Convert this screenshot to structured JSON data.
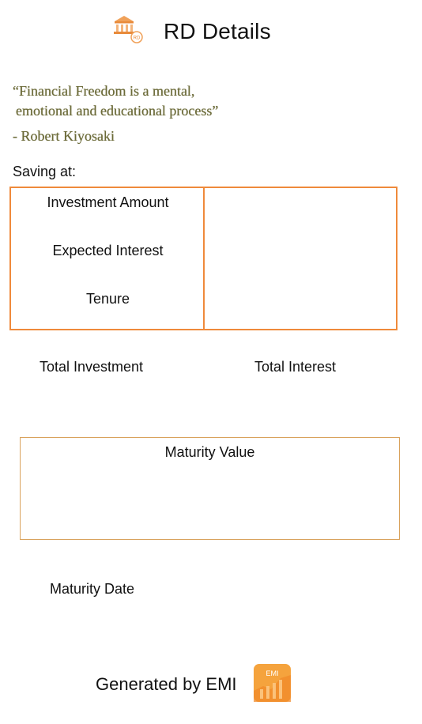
{
  "header": {
    "title": "RD Details",
    "icon": "bank-icon",
    "icon_badge": "RD"
  },
  "quote": {
    "line1": "“Financial Freedom is a mental,",
    "line2": "emotional and educational process”",
    "author": "- Robert Kiyosaki",
    "color": "#6b6a38"
  },
  "saving": {
    "label": "Saving at:"
  },
  "details": {
    "investment_amount_label": "Investment Amount",
    "expected_interest_label": "Expected Interest",
    "tenure_label": "Tenure",
    "border_color": "#ef8a3b"
  },
  "totals": {
    "total_investment_label": "Total Investment",
    "total_interest_label": "Total Interest"
  },
  "maturity": {
    "value_label": "Maturity Value",
    "date_label": "Maturity Date",
    "border_color": "#d9a25c"
  },
  "footer": {
    "generated_by": "Generated by EMI",
    "logo_text": "EMI",
    "logo_color": "#f5a33d"
  }
}
